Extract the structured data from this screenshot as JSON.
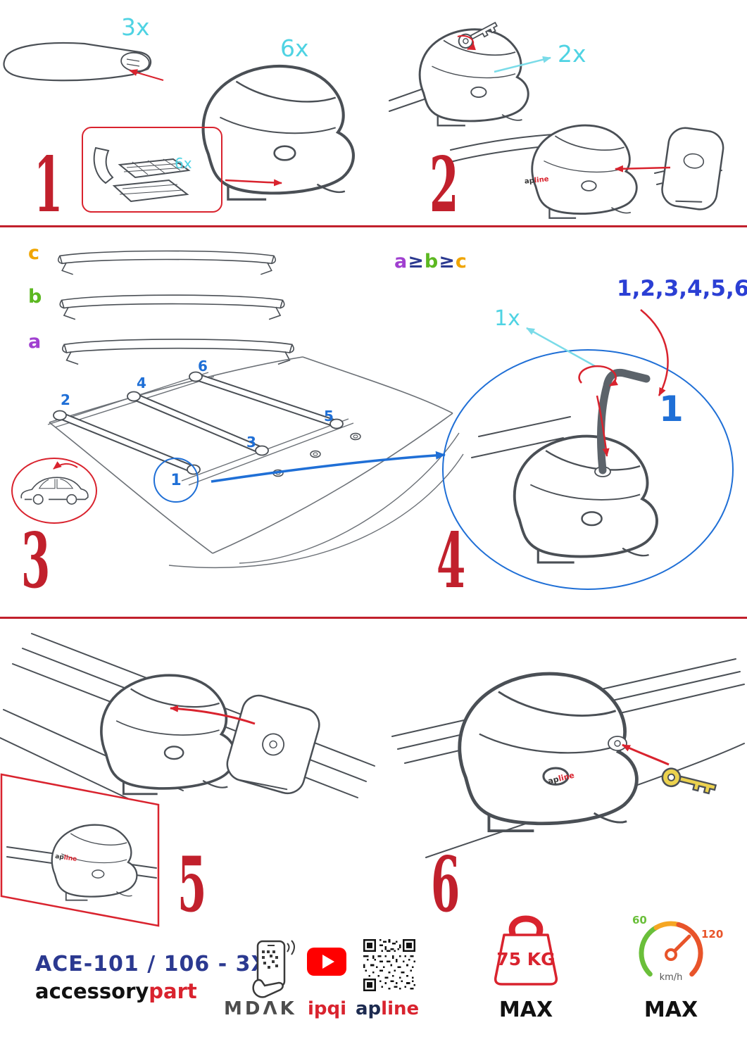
{
  "colors": {
    "accent_red": "#c1202c",
    "arrow_red": "#d9232e",
    "cyan": "#4fd3e3",
    "blue": "#1f6fd6",
    "order_blue": "#2b3fd4",
    "deep_blue": "#2b3990",
    "green": "#5cb821",
    "orange": "#f0a500",
    "purple": "#a03fd0"
  },
  "step1": {
    "number": "1",
    "bar_qty": "3x",
    "foot_qty": "6x",
    "pad_qty": "6x"
  },
  "step2": {
    "number": "2",
    "key_qty": "2x"
  },
  "step3": {
    "number": "3",
    "size_c": "c",
    "size_b": "b",
    "size_a": "a",
    "pos1": "1",
    "pos2": "2",
    "pos3": "3",
    "pos4": "4",
    "pos5": "5",
    "pos6": "6"
  },
  "step4": {
    "number": "4",
    "tool_qty": "1x",
    "order": "1,2,3,4,5,6",
    "first_position": "1",
    "seq_a": "a",
    "seq_ge1": "≥",
    "seq_b": "b",
    "seq_ge2": "≥",
    "seq_c": "c"
  },
  "step5": {
    "number": "5"
  },
  "step6": {
    "number": "6"
  },
  "product_logo": {
    "ap": "ap",
    "line": "line"
  },
  "footer": {
    "model": "ACE-101 / 106 - 3X",
    "brand_accessory": "accessory",
    "brand_part": "part",
    "brand_mdak": "MDΛK",
    "brand_ipqi": "ipqi",
    "brand_ap": "ap",
    "brand_line": "line",
    "weight_value": "75 KG",
    "weight_max": "MAX",
    "speed_min": "60",
    "speed_top": "120",
    "speed_unit": "km/h",
    "speed_max": "MAX"
  }
}
